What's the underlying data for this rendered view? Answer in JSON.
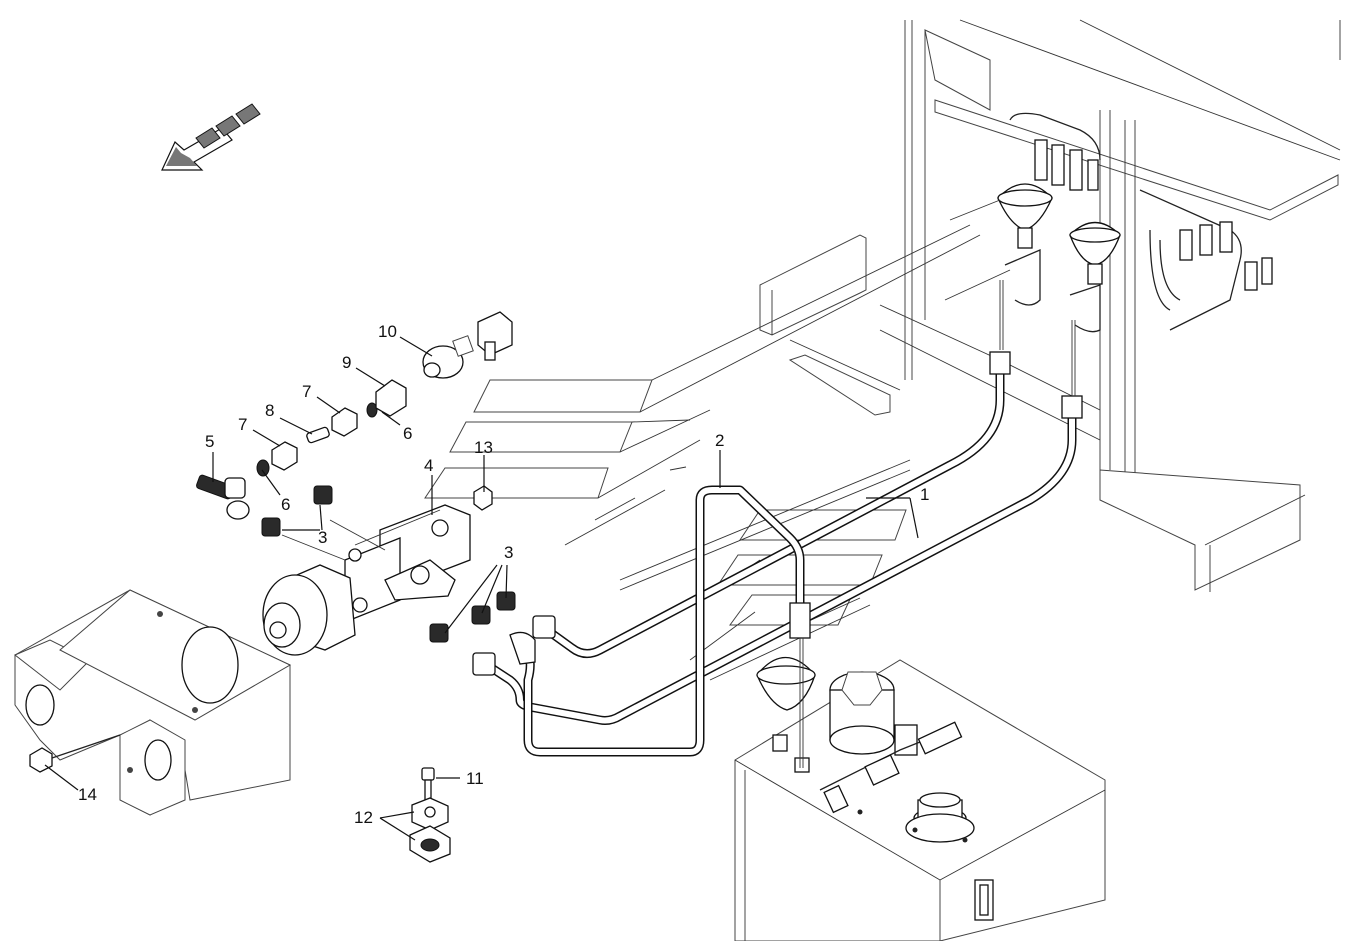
{
  "diagram": {
    "callouts": {
      "c1": "1",
      "c2": "2",
      "c3a": "3",
      "c3b": "3",
      "c4": "4",
      "c5": "5",
      "c6a": "6",
      "c6b": "6",
      "c7a": "7",
      "c7b": "7",
      "c8": "8",
      "c9": "9",
      "c10": "10",
      "c11": "11",
      "c12": "12",
      "c13": "13",
      "c14": "14"
    },
    "icons": {
      "direction_arrow": "direction-arrow-icon"
    }
  }
}
